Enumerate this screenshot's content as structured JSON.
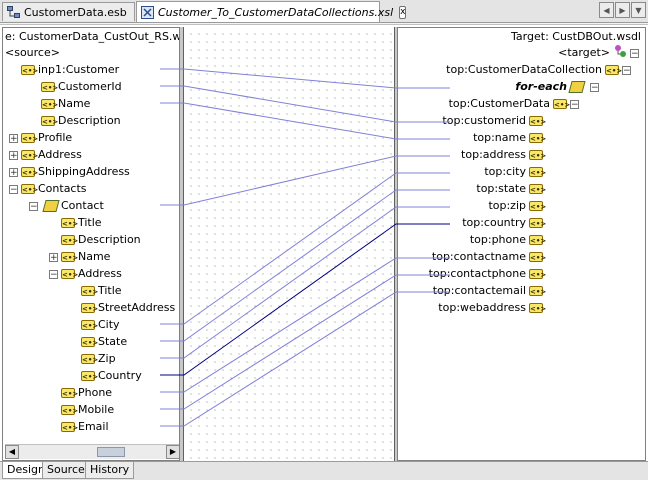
{
  "tabs": [
    {
      "label": "CustomerData.esb",
      "active": false
    },
    {
      "label": "Customer_To_CustomerDataCollections.xsl",
      "active": true
    }
  ],
  "tab_close": "x",
  "source": {
    "header": "e: CustomerData_CustOut_RS.wsdl",
    "root": "<source>",
    "items": [
      {
        "label": "inp1:Customer",
        "exp": ""
      },
      {
        "label": "CustomerId",
        "exp": ""
      },
      {
        "label": "Name",
        "exp": ""
      },
      {
        "label": "Description",
        "exp": ""
      },
      {
        "label": "Profile",
        "exp": "+"
      },
      {
        "label": "Address",
        "exp": "+"
      },
      {
        "label": "ShippingAddress",
        "exp": "+"
      },
      {
        "label": "Contacts",
        "exp": "−"
      },
      {
        "label": "Contact",
        "exp": "−"
      },
      {
        "label": "Title",
        "exp": ""
      },
      {
        "label": "Description",
        "exp": ""
      },
      {
        "label": "Name",
        "exp": "+"
      },
      {
        "label": "Address",
        "exp": "−"
      },
      {
        "label": "Title",
        "exp": ""
      },
      {
        "label": "StreetAddress",
        "exp": ""
      },
      {
        "label": "City",
        "exp": ""
      },
      {
        "label": "State",
        "exp": ""
      },
      {
        "label": "Zip",
        "exp": ""
      },
      {
        "label": "Country",
        "exp": ""
      },
      {
        "label": "Phone",
        "exp": ""
      },
      {
        "label": "Mobile",
        "exp": ""
      },
      {
        "label": "Email",
        "exp": ""
      }
    ]
  },
  "target": {
    "header": "Target: CustDBOut.wsdl",
    "root": "<target>",
    "collection": "top:CustomerDataCollection",
    "foreach": "for-each",
    "customer_data": "top:CustomerData",
    "items": [
      "top:customerid",
      "top:name",
      "top:address",
      "top:city",
      "top:state",
      "top:zip",
      "top:country",
      "top:phone",
      "top:contactname",
      "top:contactphone",
      "top:contactemail",
      "top:webaddress"
    ]
  },
  "node_glyph": "<•>",
  "bottom_tabs": [
    {
      "label": "Design",
      "active": true
    },
    {
      "label": "Source",
      "active": false
    },
    {
      "label": "History",
      "active": false
    }
  ],
  "colors": {
    "mapping_line": "#8080d8",
    "selected_line": "#000080",
    "node_fill": "#f8e86a"
  }
}
